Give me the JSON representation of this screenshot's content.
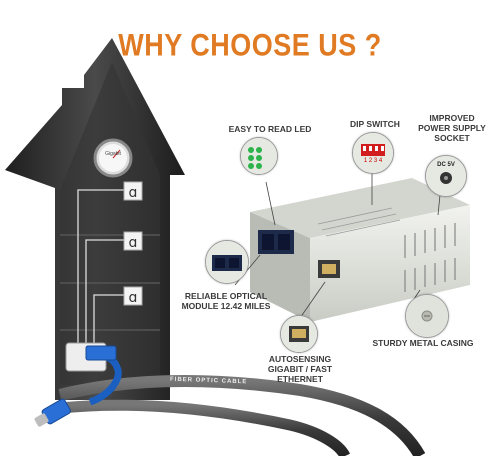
{
  "heading": "WHY CHOOSE US ?",
  "colors": {
    "heading": "#e07b23",
    "house": "#2b2b2b",
    "device": "#e6e8e2",
    "cable_blue": "#1b5fc0"
  },
  "gauge_text": "Gigabit",
  "features": {
    "led": "EASY TO READ LED",
    "dip": "DIP SWITCH",
    "power": "IMPROVED\nPOWER SUPPLY\nSOCKET",
    "optical": "RELIABLE OPTICAL\nMODULE 12.42 MILES",
    "ethernet": "AUTOSENSING\nGIGABIT / FAST\nETHERNET",
    "casing": "STURDY METAL CASING"
  },
  "dip_numbers": "1 2 3 4",
  "power_tag": "DC 5V",
  "cable_print": "FIBER OPTIC CABLE"
}
